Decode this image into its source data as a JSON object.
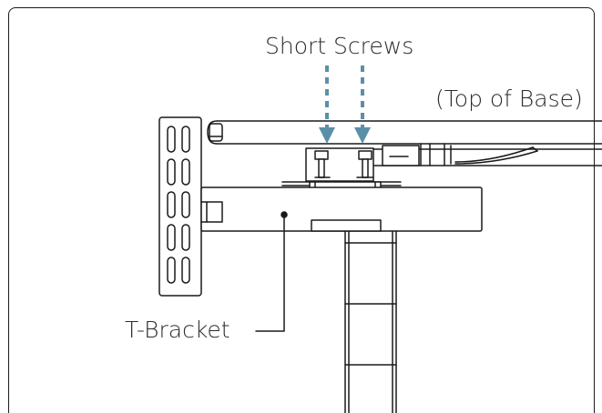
{
  "labels": {
    "short_screws": "Short Screws",
    "top_of_base": "(Top of Base)",
    "t_bracket": "T-Bracket"
  },
  "colors": {
    "arrow": "#5b8fa8",
    "line": "#1a1a1a",
    "text": "#2b2b2b"
  }
}
